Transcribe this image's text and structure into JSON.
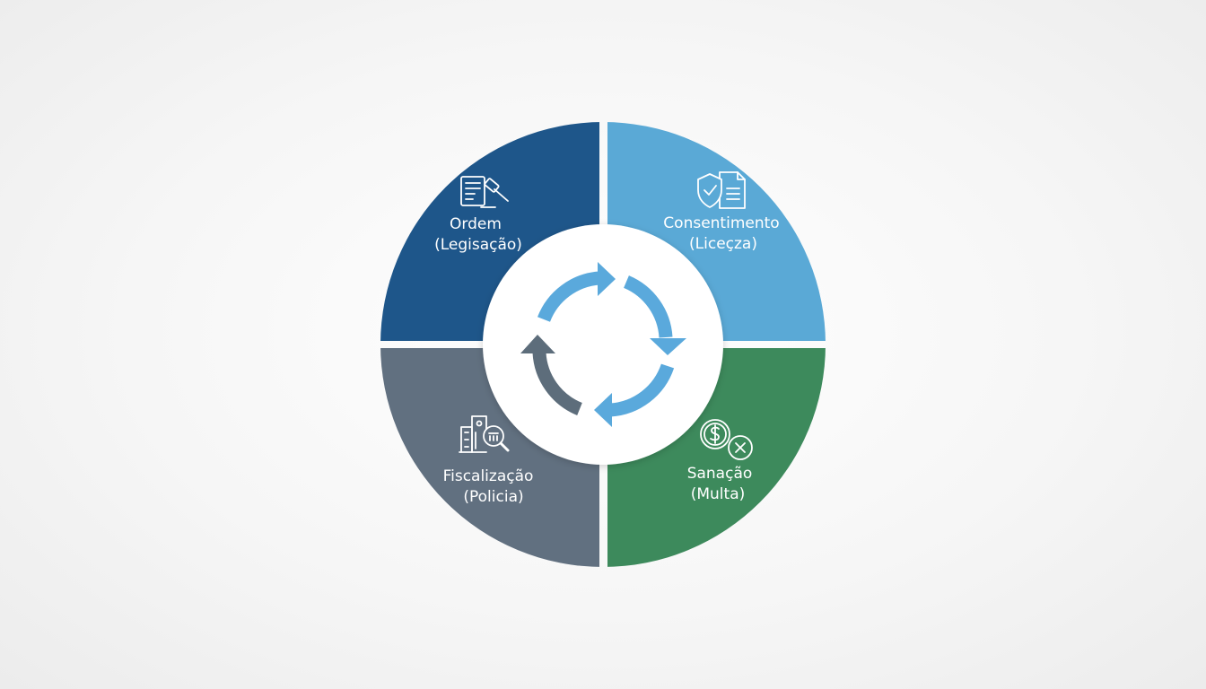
{
  "colors": {
    "background": "#f3f3f3",
    "center": "#ffffff",
    "arrow_light": "#5aa9dc",
    "arrow_dark": "#5d6d7b"
  },
  "quadrants": [
    {
      "id": "ordem",
      "position": "top-left",
      "line1": "Ordem",
      "line2": "(Legisação)",
      "color": "#1e568a",
      "icon": "document-gavel-icon"
    },
    {
      "id": "consentimento",
      "position": "top-right",
      "line1": "Consentimento",
      "line2": "(Liceçza)",
      "color": "#5aa9d6",
      "icon": "shield-document-icon"
    },
    {
      "id": "sanacao",
      "position": "bottom-right",
      "line1": "Sanação",
      "line2": "(Multa)",
      "color": "#3d8a5c",
      "icon": "coin-cancel-icon"
    },
    {
      "id": "fiscalizacao",
      "position": "bottom-left",
      "line1": "Fiscalização",
      "line2": "(Policia)",
      "color": "#617080",
      "icon": "building-magnifier-icon"
    }
  ],
  "center_icon": "cycle-arrows-icon"
}
